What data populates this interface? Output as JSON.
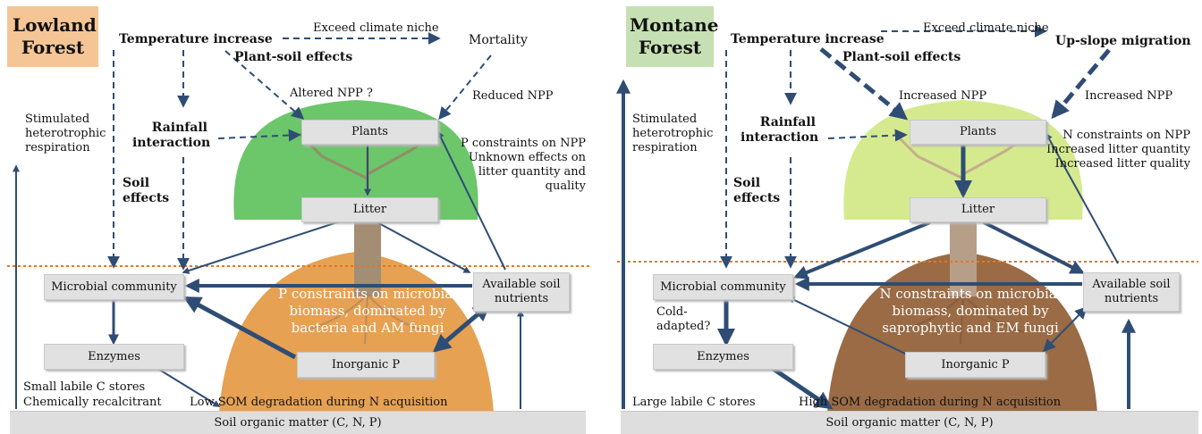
{
  "colors": {
    "arrow": "#2f4d74",
    "dotted_line": "#e8761f",
    "lowland_title_bg": "#f6c596",
    "montane_title_bg": "#c6e0b3",
    "lowland_canopy": "#6cc66a",
    "montane_canopy": "#d5ea8e",
    "lowland_soil": "#e6a153",
    "montane_soil": "#9a6b45",
    "box_fill": "#e1e1e1"
  },
  "lowland": {
    "title": "Lowland Forest",
    "temperature": "Temperature increase",
    "exceed": "Exceed climate niche",
    "outcome": "Mortality",
    "plant_soil": "Plant-soil effects",
    "npp_left": "Altered NPP ?",
    "npp_right": "Reduced NPP",
    "stimulated": "Stimulated heterotrophic respiration",
    "rainfall": "Rainfall interaction",
    "soil_effects": "Soil effects",
    "constraints": "P constraints on NPP Unknown effects on litter quantity and quality",
    "plants": "Plants",
    "litter": "Litter",
    "microbial": "Microbial community",
    "nutrients": "Available soil nutrients",
    "soil_text": "P constraints on microbial biomass, dominated by bacteria and AM fungi",
    "enzymes": "Enzymes",
    "inorganic": "Inorganic P",
    "labile_line1": "Small labile C stores",
    "labile_line2": "Chemically recalcitrant",
    "degradation": "Low SOM degradation during N acquisition",
    "som": "Soil organic matter (C, N, P)"
  },
  "montane": {
    "title": "Montane Forest",
    "temperature": "Temperature increase",
    "exceed": "Exceed climate niche",
    "outcome": "Up-slope migration",
    "plant_soil": "Plant-soil effects",
    "npp_left": "Increased NPP",
    "npp_right": "Increased NPP",
    "stimulated": "Stimulated heterotrophic respiration",
    "rainfall": "Rainfall interaction",
    "soil_effects": "Soil effects",
    "constraints": "N constraints on NPP Increased litter quantity Increased litter quality",
    "plants": "Plants",
    "litter": "Litter",
    "microbial": "Microbial community",
    "nutrients": "Available soil nutrients",
    "soil_text": "N constraints on microbial biomass, dominated by saprophytic and EM fungi",
    "cold": "Cold-adapted?",
    "enzymes": "Enzymes",
    "inorganic": "Inorganic P",
    "labile": "Large labile C stores",
    "degradation": "High SOM degradation during N acquisition",
    "som": "Soil organic matter (C, N, P)"
  }
}
